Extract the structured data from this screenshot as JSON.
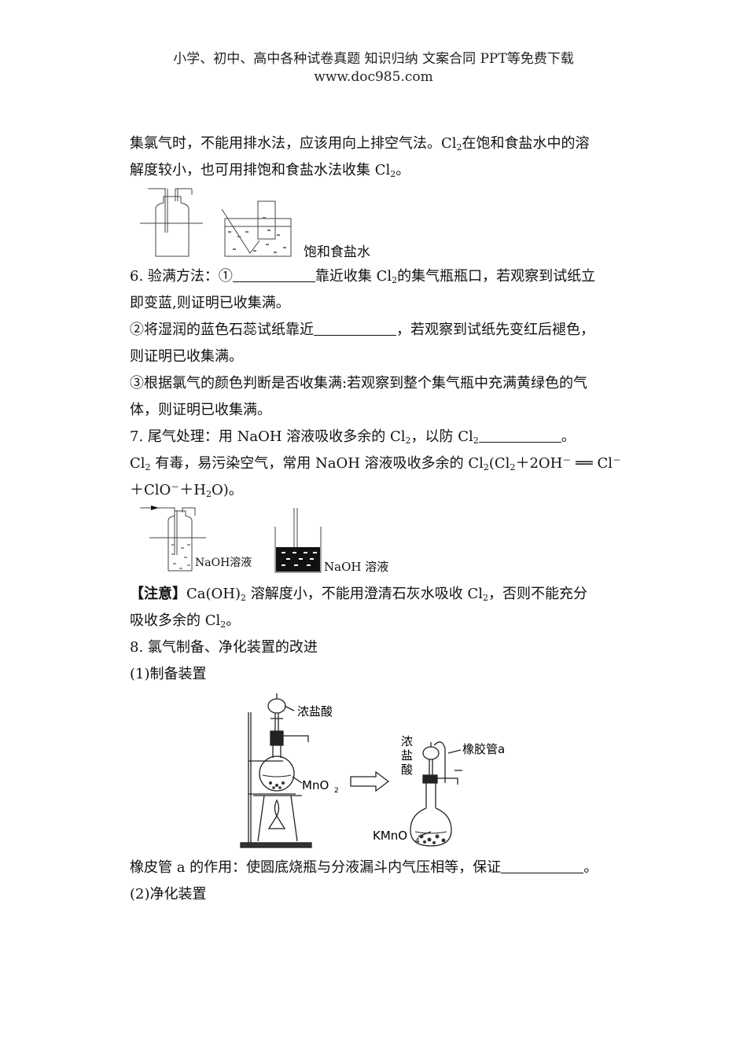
{
  "header": {
    "line1": "小学、初中、高中各种试卷真题  知识归纳  文案合同  PPT等免费下载",
    "line2": "www.doc985.com"
  },
  "p1": {
    "a": "集氯气时，不能用排水法，应该用向上排空气法。Cl",
    "b": "在饱和食盐水中的溶"
  },
  "p2": {
    "a": "解度较小，也可用排饱和食盐水法收集 Cl",
    "b": "。"
  },
  "fig1": {
    "caption": "饱和食盐水"
  },
  "p3": {
    "a": "6. 验满方法：①",
    "b": "靠近收集 Cl",
    "c": "的集气瓶瓶口，若观察到试纸立"
  },
  "p4": "即变蓝,则证明已收集满。",
  "p5": {
    "a": "②将湿润的蓝色石蕊试纸靠近",
    "b": "，若观察到试纸先变红后褪色，"
  },
  "p6": "则证明已收集满。",
  "p7": "③根据氯气的颜色判断是否收集满:若观察到整个集气瓶中充满黄绿色的气",
  "p8": "体，则证明已收集满。",
  "p9": {
    "a": "7. 尾气处理：用  NaOH 溶液吸收多余的 Cl",
    "b": "，以防 Cl",
    "c": "。"
  },
  "p10": {
    "a": "Cl",
    "b": " 有毒，易污染空气，常用 NaOH 溶液吸收多余的 Cl",
    "c": "(Cl",
    "d": "＋2OH",
    "e": " ══ Cl"
  },
  "p11": {
    "a": "＋ClO",
    "b": "＋H",
    "c": "O)。"
  },
  "fig2": {
    "label_left": "NaOH溶液",
    "label_right": "NaOH 溶液"
  },
  "p12": {
    "note": "【注意】",
    "a": "Ca(OH)",
    "b": " 溶解度小，不能用澄清石灰水吸收 Cl",
    "c": "，否则不能充分"
  },
  "p13": {
    "a": "吸收多余的 Cl",
    "b": "。"
  },
  "p14": "8. 氯气制备、净化装置的改进",
  "p15": "(1)制备装置",
  "fig3": {
    "label_acid": "浓盐酸",
    "label_mno2": "MnO",
    "label_acid_v1": "浓",
    "label_acid_v2": "盐",
    "label_acid_v3": "酸",
    "label_tube": "橡胶管a",
    "label_kmno4": "KMnO"
  },
  "p16": {
    "a": "橡皮管 a 的作用：使圆底烧瓶与分液漏斗内气压相等，保证",
    "b": "。"
  },
  "p17": "(2)净化装置",
  "sub2": "2",
  "sub4": "4",
  "sup_minus": "－"
}
